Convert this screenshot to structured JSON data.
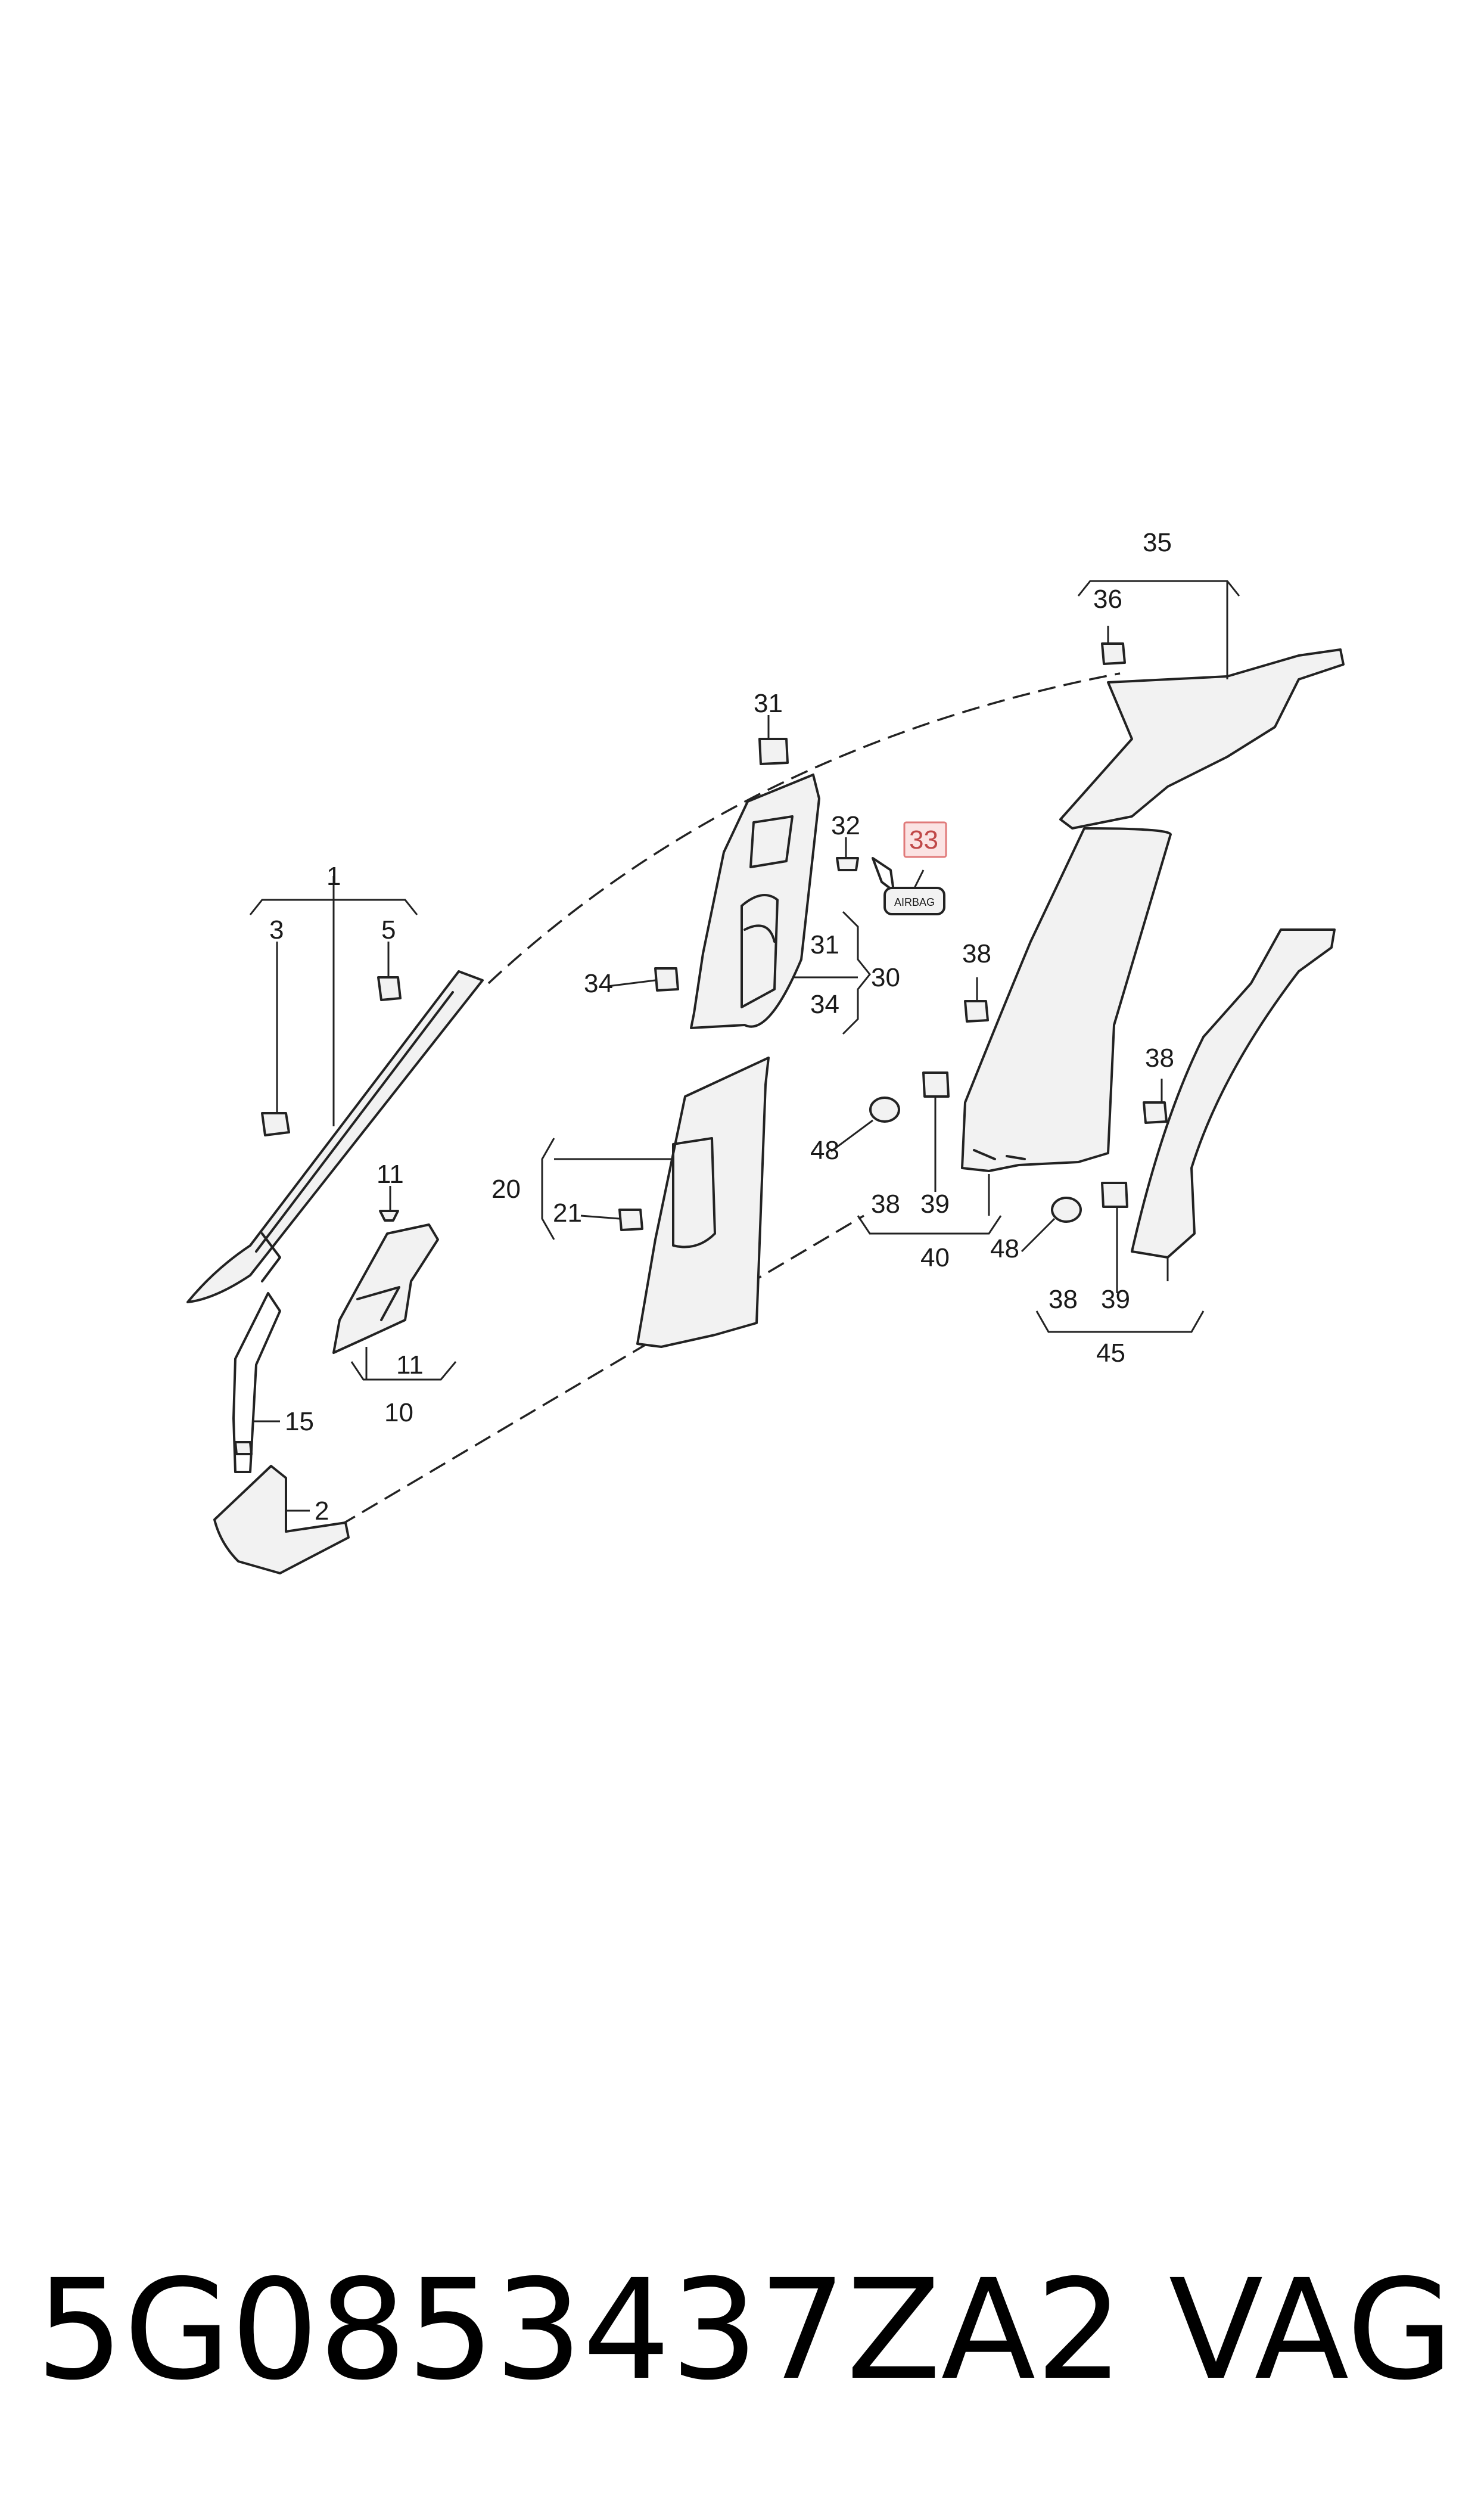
{
  "diagram": {
    "callouts": [
      {
        "id": "c1",
        "text": "1"
      },
      {
        "id": "c2",
        "text": "2"
      },
      {
        "id": "c3",
        "text": "3"
      },
      {
        "id": "c5",
        "text": "5"
      },
      {
        "id": "c10",
        "text": "10"
      },
      {
        "id": "c11a",
        "text": "11"
      },
      {
        "id": "c11b",
        "text": "11"
      },
      {
        "id": "c15",
        "text": "15"
      },
      {
        "id": "c20",
        "text": "20"
      },
      {
        "id": "c21",
        "text": "21"
      },
      {
        "id": "c30",
        "text": "30"
      },
      {
        "id": "c31a",
        "text": "31"
      },
      {
        "id": "c31b",
        "text": "31"
      },
      {
        "id": "c32",
        "text": "32"
      },
      {
        "id": "c33",
        "text": "33",
        "highlighted": true
      },
      {
        "id": "c34a",
        "text": "34"
      },
      {
        "id": "c34b",
        "text": "34"
      },
      {
        "id": "c35",
        "text": "35"
      },
      {
        "id": "c36",
        "text": "36"
      },
      {
        "id": "c38a",
        "text": "38"
      },
      {
        "id": "c38b",
        "text": "38"
      },
      {
        "id": "c38c",
        "text": "38"
      },
      {
        "id": "c38d",
        "text": "38"
      },
      {
        "id": "c39a",
        "text": "39"
      },
      {
        "id": "c39b",
        "text": "39"
      },
      {
        "id": "c40",
        "text": "40"
      },
      {
        "id": "c45",
        "text": "45"
      },
      {
        "id": "c48a",
        "text": "48"
      },
      {
        "id": "c48b",
        "text": "48"
      }
    ],
    "airbag_badge_text": "AIRBAG",
    "highlight_color": "#e07a7a"
  },
  "footer": {
    "part_number": "5G0853437ZA2",
    "brand": "VAG"
  }
}
